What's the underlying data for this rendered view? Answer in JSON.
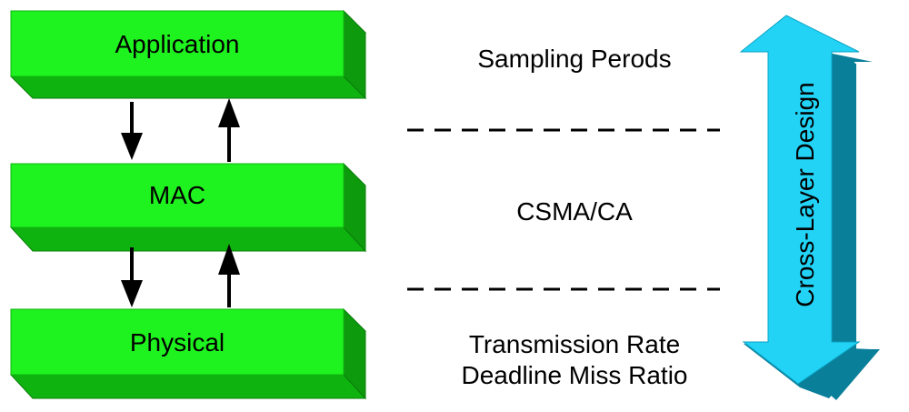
{
  "layers": [
    {
      "label": "Application"
    },
    {
      "label": "MAC"
    },
    {
      "label": "Physical"
    }
  ],
  "parameters": {
    "application": "Sampling Perods",
    "mac": "CSMA/CA",
    "physical_line1": "Transmission Rate",
    "physical_line2": "Deadline Miss Ratio"
  },
  "cross_layer_label": "Cross-Layer Design",
  "colors": {
    "layer_front": "#1ff31f",
    "layer_top": "#0fb30f",
    "layer_side": "#0d9a0d",
    "layer_outline": "#000000",
    "arrow": "#000000",
    "divider": "#000000",
    "cross_front": "#22d3f6",
    "cross_shadow": "#0a7f99"
  },
  "icons": {
    "down_arrow": "arrow-down-icon",
    "up_arrow": "arrow-up-icon",
    "double_arrow": "double-headed-arrow-icon"
  }
}
